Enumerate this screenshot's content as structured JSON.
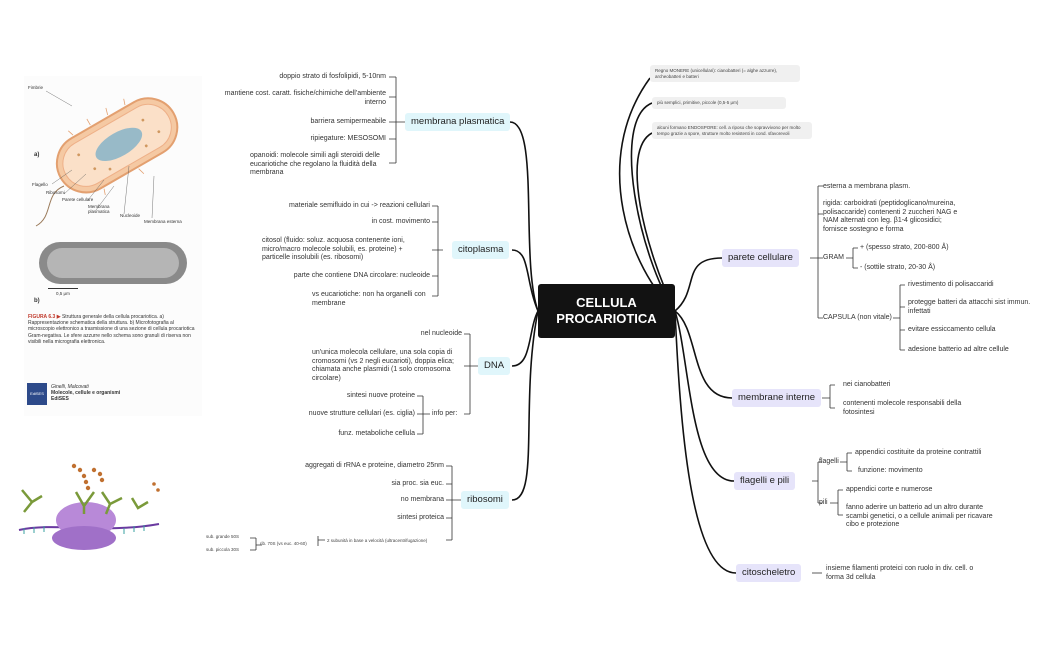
{
  "root": {
    "title_line1": "CELLULA",
    "title_line2": "PROCARIOTICA"
  },
  "left": {
    "membrana": {
      "label": "membrana plasmatica",
      "items": [
        "doppio strato di fosfolipidi, 5-10nm",
        "mantiene cost. caratt. fisiche/chimiche dell'ambiente interno",
        "barriera semipermeabile",
        "ripiegature: MESOSOMI",
        "opanoidi: molecole simili agli steroidi delle eucariotiche che regolano la fluidità della membrana"
      ]
    },
    "citoplasma": {
      "label": "citoplasma",
      "items": [
        "materiale semifluido in cui -> reazioni cellulari",
        "in cost. movimento",
        "citosol (fluido: soluz. acquosa contenente ioni, micro/macro molecole solubili, es. proteine) + particelle insolubili (es. ribosomi)",
        "parte che contiene DNA circolare: nucleoide",
        "vs eucariotiche: non ha organelli con membrane"
      ]
    },
    "dna": {
      "label": "DNA",
      "items": [
        "nel nucleoide",
        "un'unica molecola cellulare, una sola copia di cromosomi (vs 2 negli eucarioti), doppia elica; chiamata anche plasmidi (1 solo cromosoma circolare)"
      ],
      "info_label": "info per:",
      "info_items": [
        "sintesi nuove proteine",
        "nuove strutture cellulari (es. ciglia)",
        "funz. metaboliche cellula"
      ]
    },
    "ribosomi": {
      "label": "ribosomi",
      "items": [
        "aggregati di rRNA e proteine, diametro 25nm",
        "sia proc. sia euc.",
        "no membrana",
        "sintesi proteica"
      ],
      "subunits": "2 subunità in base a velocità (ultracentrifugazione)",
      "rib70": "rib. 70S (vs euc. 40-60)",
      "sub_large": "sub. grande 50S",
      "sub_small": "sub. piccola 30S"
    }
  },
  "right": {
    "notes": [
      "Regno MONERE (unicellulari): cianobatteri (= alghe azzurre), archeobatteri e batteri",
      "più semplici, primitive, piccole (0,5-5 μm)",
      "alcuni formano ENDOSPORE: cell. a riposo che sopravvivono per molto tempo grazie a spore, strutture molto resistenti in cond. sfavorevoli"
    ],
    "parete": {
      "label": "parete cellulare",
      "items": [
        "esterna a membrana plasm.",
        "rigida: carboidrati (peptidoglicano/mureina, polisaccaride) contenenti 2 zuccheri NAG e NAM alternati con leg. β1-4 glicosidici; fornisce sostegno e forma"
      ],
      "gram_label": "GRAM",
      "gram_items": [
        "+ (spesso strato, 200-800 Å)",
        "- (sottile strato, 20-30 Å)"
      ],
      "capsula_label": "CAPSULA (non vitale)",
      "capsula_items": [
        "rivestimento di polisaccaridi",
        "protegge batteri da attacchi sist immun. infettati",
        "evitare essiccamento cellula",
        "adesione batterio ad altre cellule"
      ]
    },
    "membrane_interne": {
      "label": "membrane interne",
      "items": [
        "nei cianobatteri",
        "contenenti molecole responsabili della fotosintesi"
      ]
    },
    "flagelli": {
      "label": "flagelli e pili",
      "flagelli_label": "flagelli",
      "flagelli_items": [
        "appendici costituite da proteine contrattili",
        "funzione: movimento"
      ],
      "pili_label": "pili",
      "pili_items": [
        "appendici corte e numerose",
        "fanno aderire un batterio ad un altro durante scambi genetici, o a cellule animali per ricavare cibo e protezione"
      ]
    },
    "citoscheletro": {
      "label": "citoscheletro",
      "items": [
        "insieme filamenti proteici con ruolo in div. cell. o forma 3d cellula"
      ]
    }
  },
  "figure": {
    "labels": {
      "fimbrie": "Fimbrie",
      "a": "a)",
      "b": "b)",
      "flagello": "Flagello",
      "ribosomi": "Ribosomi",
      "parete": "Parete cellulare",
      "membrana": "Membrana plasmatica",
      "nucleoide": "Nucleoide",
      "membrana_esterna": "Membrana esterna",
      "scale": "0,5 μm"
    },
    "caption_fig": "FIGURA 6.3 ▶",
    "caption_text": "Struttura generale della cellula procariotica. a) Rappresentazione schematica della struttura. b) Microfotografia al microscopio elettronico a trasmissione di una sezione di cellula procariotica Gram-negativa. Le sfere azzurre nello schema sono granuli di riserva non visibili nella micrografia elettronica.",
    "publisher_logo": "EdiSES",
    "authors": "Ginelli, Malcovati",
    "book": "Molecole, cellule e organismi",
    "publisher": "EdiSES"
  }
}
